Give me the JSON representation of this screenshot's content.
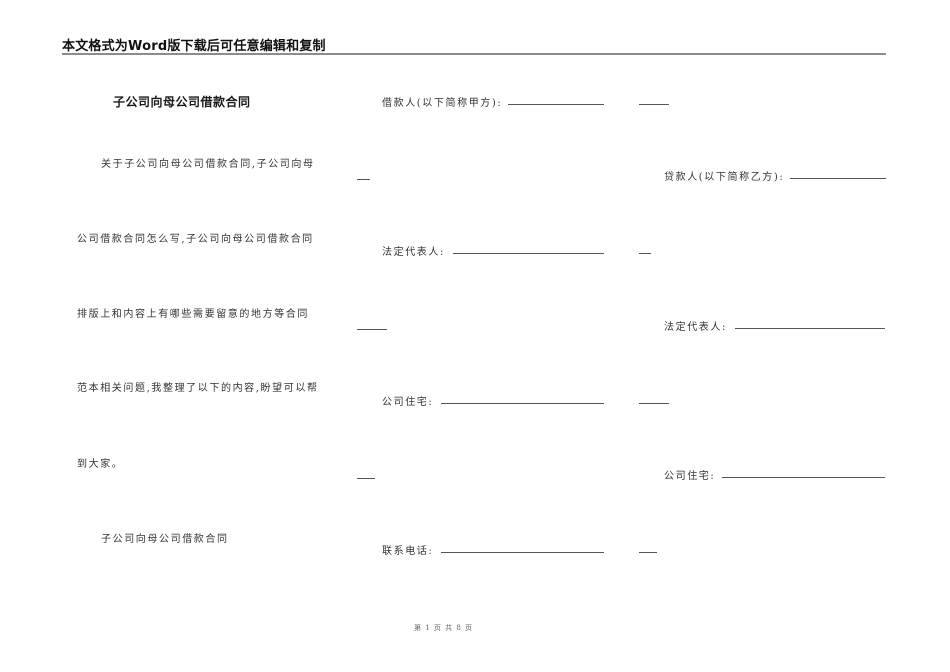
{
  "header": {
    "banner_text": "本文格式为Word版下载后可任意编辑和复制"
  },
  "left_column": {
    "title": "子公司向母公司借款合同",
    "intro_lines": [
      "关于子公司向母公司借款合同,子公司向母",
      "公司借款合同怎么写,子公司向母公司借款合同",
      "排版上和内容上有哪些需要留意的地方等合同",
      "范本相关问题,我整理了以下的内容,盼望可以帮",
      "到大家。"
    ],
    "subtitle": "子公司向母公司借款合同"
  },
  "middle_column": {
    "fields": [
      {
        "label": "借款人(以下简称甲方):",
        "value": ""
      },
      {
        "label": "法定代表人:",
        "value": ""
      },
      {
        "label": "公司住宅:",
        "value": ""
      },
      {
        "label": "联系电话:",
        "value": ""
      }
    ]
  },
  "right_column": {
    "fields": [
      {
        "label": "贷款人(以下简称乙方):",
        "value": ""
      },
      {
        "label": "法定代表人:",
        "value": ""
      },
      {
        "label": "公司住宅:",
        "value": ""
      }
    ]
  },
  "footer": {
    "page_indicator": "第 1 页 共 8 页"
  }
}
